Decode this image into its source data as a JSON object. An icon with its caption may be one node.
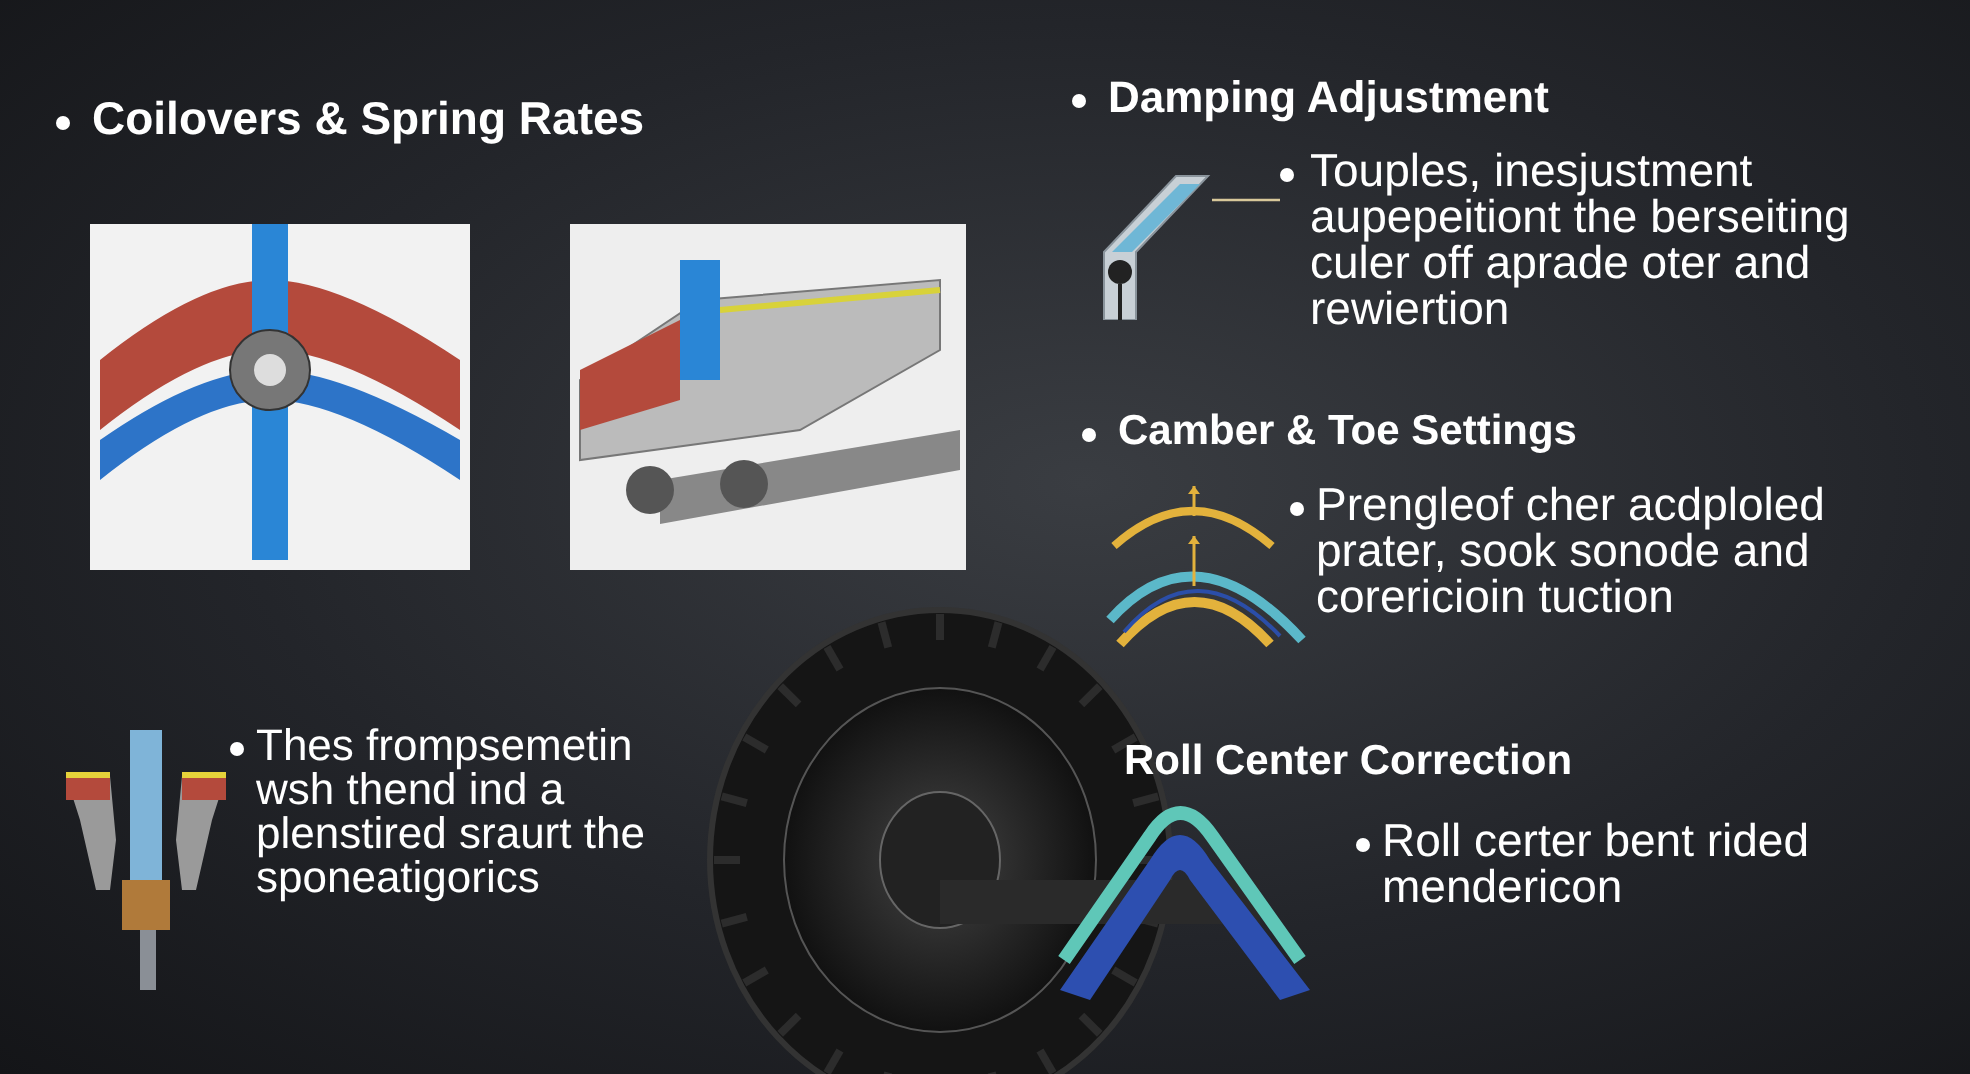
{
  "diagram": {
    "nodes": [
      {
        "text": [
          "Touples, inesjustment aupepeitiont the berseiting culer off aprade oter and rewiertion"
        ]
      },
      {
        "text": [],
        "shape": "picture"
      }
    ],
    "edges": [
      {
        "from": 0,
        "to": 1,
        "arrow": "none"
      }
    ],
    "labels": [
      "Coilovers & Spring Rates",
      "Damping Adjustment",
      "Camber & Toe Settings",
      "Prengleof cher acdploled prater, sook sonode and corericioin tuction",
      "Thes frompsemetin wsh thend ind a plenstired sraurt the sponeatigorics",
      "Roll Center Correction",
      "Roll certer bent rided mendericon"
    ]
  }
}
